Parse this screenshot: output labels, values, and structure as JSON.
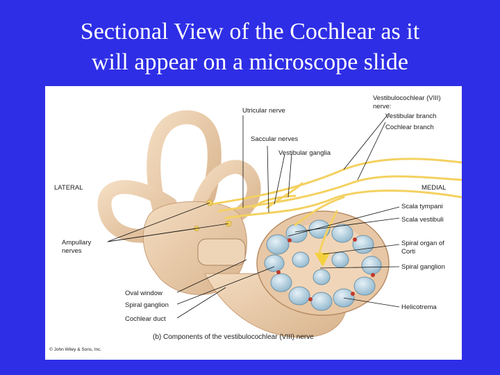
{
  "slide": {
    "title_line1": "Sectional View of the Cochlear as it",
    "title_line2": "will appear on a microscope slide",
    "background_color": "#2e2ee6"
  },
  "figure": {
    "labels": {
      "vestibulocochlear_nerve_1": "Vestibulocochlear (VIII)",
      "vestibulocochlear_nerve_2": "nerve:",
      "vestibular_branch": "Vestibular branch",
      "cochlear_branch": "Cochlear branch",
      "utricular_nerve": "Utricular nerve",
      "saccular_nerves": "Saccular nerves",
      "vestibular_ganglia": "Vestibular ganglia",
      "lateral": "LATERAL",
      "medial": "MEDIAL",
      "scala_tympani": "Scala tympani",
      "scala_vestibuli": "Scala vestibuli",
      "spiral_organ_1": "Spiral organ of",
      "spiral_organ_2": "Corti",
      "spiral_ganglion_right": "Spiral ganglion",
      "ampullary_nerves_1": "Ampullary",
      "ampullary_nerves_2": "nerves",
      "oval_window": "Oval window",
      "spiral_ganglion_left": "Spiral ganglion",
      "cochlear_duct": "Cochlear duct",
      "helicotrema": "Helicotrema",
      "caption": "(b) Components of the vestibulocochlear (VIII) nerve",
      "copyright": "© John Wiley & Sons, Inc."
    }
  }
}
